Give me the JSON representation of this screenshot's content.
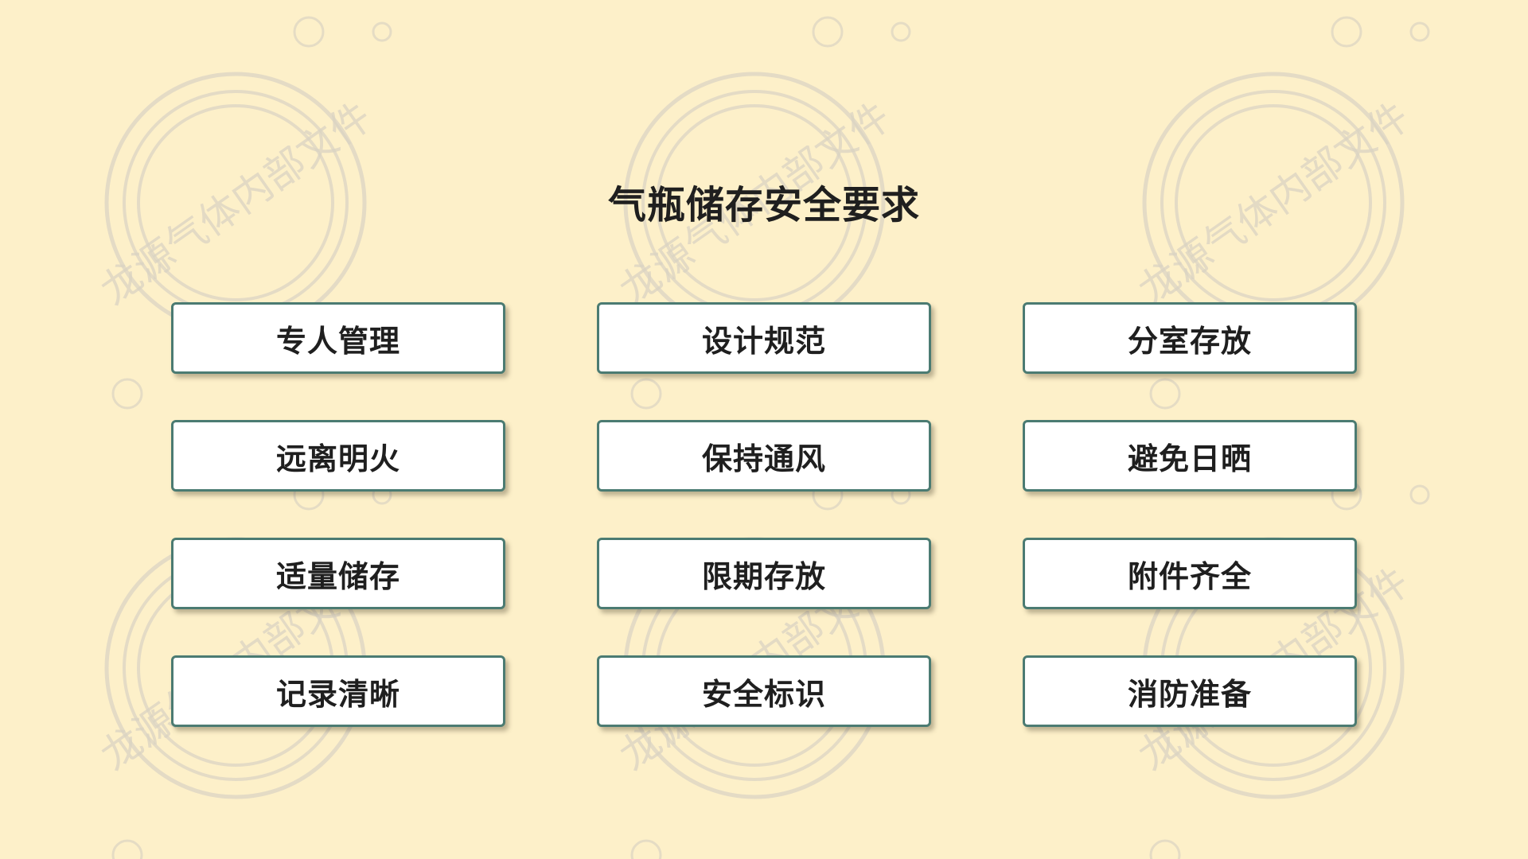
{
  "slide": {
    "title": "气瓶储存安全要求",
    "watermark_text": "龙源气体内部文件",
    "cards": [
      "专人管理",
      "设计规范",
      "分室存放",
      "远离明火",
      "保持通风",
      "避免日晒",
      "适量储存",
      "限期存放",
      "附件齐全",
      "记录清晰",
      "安全标识",
      "消防准备"
    ]
  },
  "colors": {
    "background": "#fdf0c9",
    "card_border": "#4b7b72",
    "card_fill": "#ffffff",
    "text": "#1f1f1f"
  }
}
